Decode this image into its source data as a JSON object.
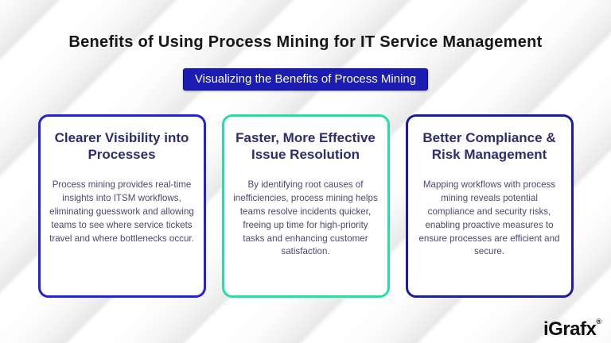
{
  "header": {
    "title": "Benefits of Using Process Mining for IT Service Management",
    "banner": "Visualizing the Benefits of Process Mining"
  },
  "cards": [
    {
      "title": "Clearer Visibility into Processes",
      "body": "Process mining provides real-time insights into ITSM workflows, eliminating guesswork and allowing teams to see where service tickets travel and where bottlenecks occur.",
      "border_color": "#2322d8"
    },
    {
      "title": "Faster, More Effective Issue Resolution",
      "body": "By identifying root causes of inefficiencies, process mining helps teams resolve incidents quicker, freeing up time for high-priority tasks and enhancing customer satisfaction.",
      "border_color": "#21e1a5"
    },
    {
      "title": "Better Compliance & Risk Management",
      "body": "Mapping workflows with process mining reveals potential compliance and security risks, enabling proactive measures to ensure processes are efficient and secure.",
      "border_color": "#1b1ba3"
    }
  ],
  "footer": {
    "logo_text": "iGrafx",
    "registered_mark": "®"
  },
  "colors": {
    "banner_bg": "#1c1cb2",
    "banner_text": "#ffffff",
    "page_title": "#161616",
    "card_title": "#2e2d6e",
    "card_body": "#4b4971"
  }
}
